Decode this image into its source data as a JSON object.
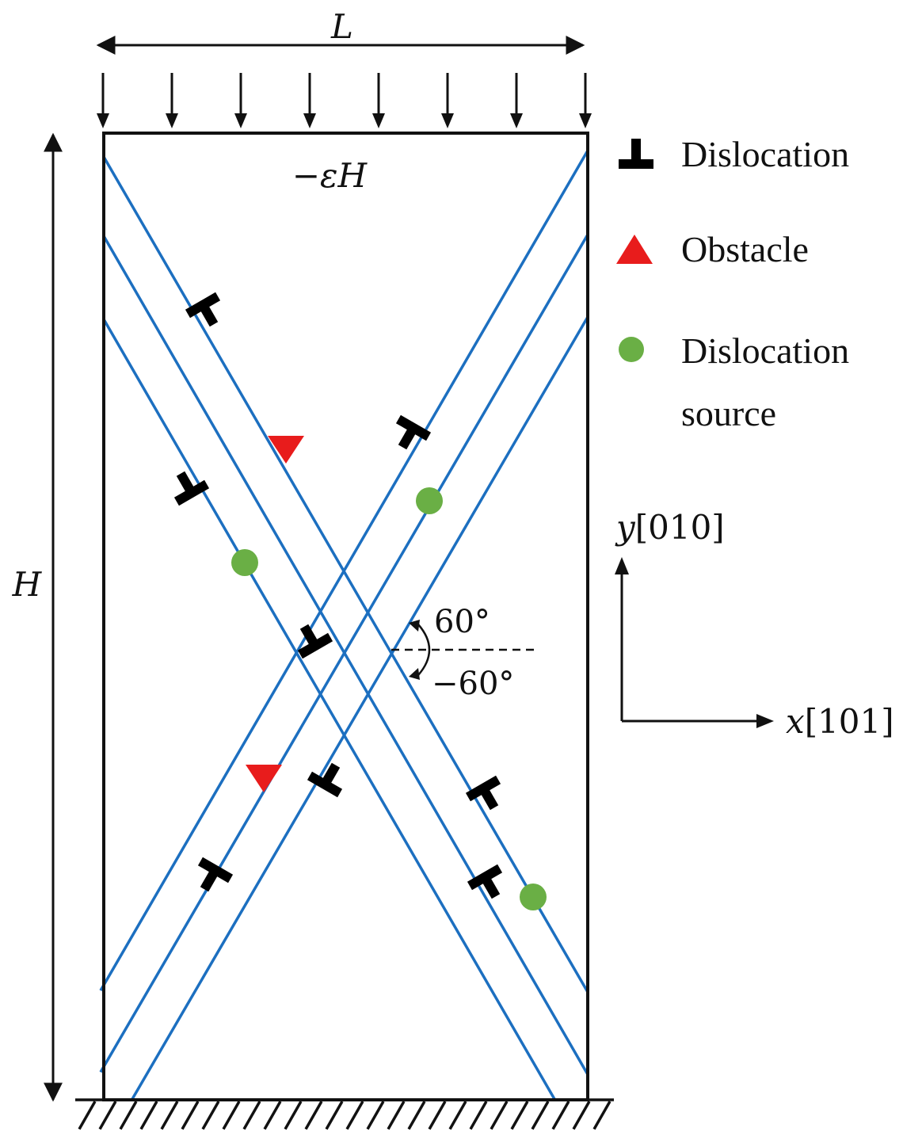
{
  "labels": {
    "width": "L",
    "height": "H",
    "displacement": "−εH",
    "angle_up": "60°",
    "angle_down": "−60°"
  },
  "axes": {
    "y_var": "y",
    "y_dir": "[010]",
    "x_var": "x",
    "x_dir": "[101]"
  },
  "legend": {
    "dislocation": "Dislocation",
    "obstacle": "Obstacle",
    "source_line1": "Dislocation",
    "source_line2": "source"
  },
  "colors": {
    "slip_plane": "#1c6fc0",
    "obstacle": "#e81c1c",
    "source": "#6aaf45",
    "dislocation": "#000000",
    "frame": "#111111"
  },
  "icons": {
    "dislocation": "edge-dislocation-symbol",
    "obstacle": "red-triangle",
    "source": "green-dot"
  }
}
